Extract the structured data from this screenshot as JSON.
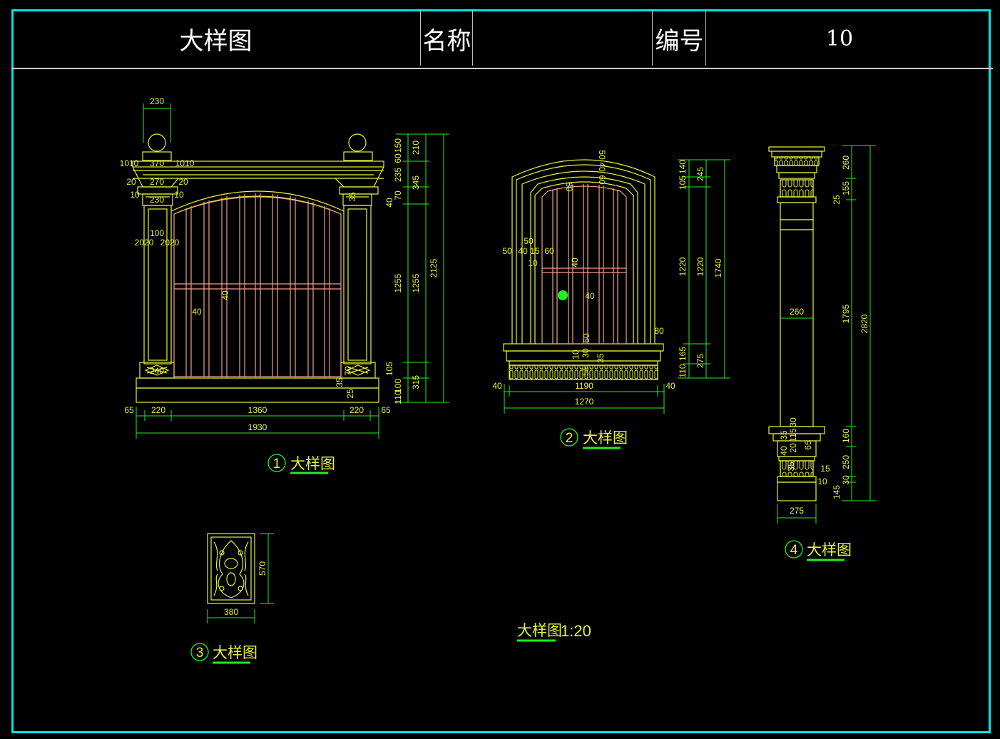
{
  "header": {
    "title": "大样图",
    "name_label": "名称",
    "name_value": "",
    "number_label": "编号",
    "number_value": "10"
  },
  "details": {
    "d1": {
      "num": "1",
      "label": "大样图"
    },
    "d2": {
      "num": "2",
      "label": "大样图"
    },
    "d3": {
      "num": "3",
      "label": "大样图"
    },
    "d4": {
      "num": "4",
      "label": "大样图"
    }
  },
  "scale_note": {
    "label": "大样图",
    "scale": "1:20"
  },
  "dims": {
    "d1": {
      "top_width": "230",
      "cap1": "370",
      "cap1_l": "1010",
      "cap1_r": "1010",
      "cap2": "270",
      "cap2_l": "20",
      "cap2_r": "20",
      "cap3": "230",
      "cap3_l": "10",
      "cap3_r": "10",
      "shaft": "100",
      "shaft_l": "2020",
      "shaft_r": "2020",
      "rail": "40",
      "bar": "40",
      "base_panel": "240",
      "b_35": "35",
      "b_70": "70",
      "b_25": "25",
      "b_35b": "35",
      "w_65l": "65",
      "w_220l": "220",
      "w_1360": "1360",
      "w_220r": "220",
      "w_65r": "65",
      "w_total": "1930",
      "h_150": "150",
      "h_60": "60",
      "h_235": "235",
      "h_70": "70",
      "h_40": "40",
      "h_1255a": "1255",
      "h_105": "105",
      "h_100": "100",
      "h_110": "110",
      "h_210": "210",
      "h_345": "345",
      "h_1255b": "1255",
      "h_315": "315",
      "h_2125": "2125"
    },
    "d2": {
      "arch_50": "50",
      "arch_40": "40",
      "arch_60": "60",
      "arch_80": "80",
      "s_50a": "50",
      "s_50b": "50",
      "s_40": "40",
      "s_15": "15",
      "s_60": "60",
      "s_10": "10",
      "rail": "40",
      "bar": "40",
      "sill_80": "80",
      "sill_60": "60",
      "sill_10": "10",
      "sill_30": "30",
      "sill_35": "35",
      "sill_55": "55",
      "w_40l": "40",
      "w_1190": "1190",
      "w_40r": "40",
      "w_1270": "1270",
      "h_140": "140",
      "h_105": "105",
      "h_1220a": "1220",
      "h_165": "165",
      "h_110": "110",
      "h_245": "245",
      "h_1220b": "1220",
      "h_275": "275",
      "h_1740": "1740"
    },
    "d3": {
      "w": "380",
      "h": "570"
    },
    "d4": {
      "shaft_w": "260",
      "base_w": "275",
      "h_260": "260",
      "h_25": "25",
      "h_155": "155",
      "h_1795": "1795",
      "h_160": "160",
      "h_250": "250",
      "h_30": "30",
      "h_145": "145",
      "h_2820": "2820",
      "b_30": "30",
      "b_35": "35",
      "b_115": "115",
      "b_20": "20",
      "b_40": "40",
      "b_65": "65",
      "b_35b": "35",
      "b_15": "15",
      "b_10": "10"
    }
  },
  "colors": {
    "frame": "#00e5e5",
    "yellow": "#e6f23c",
    "green": "#1ff01f",
    "salmon": "#f0a08a",
    "white": "#ffffff"
  }
}
